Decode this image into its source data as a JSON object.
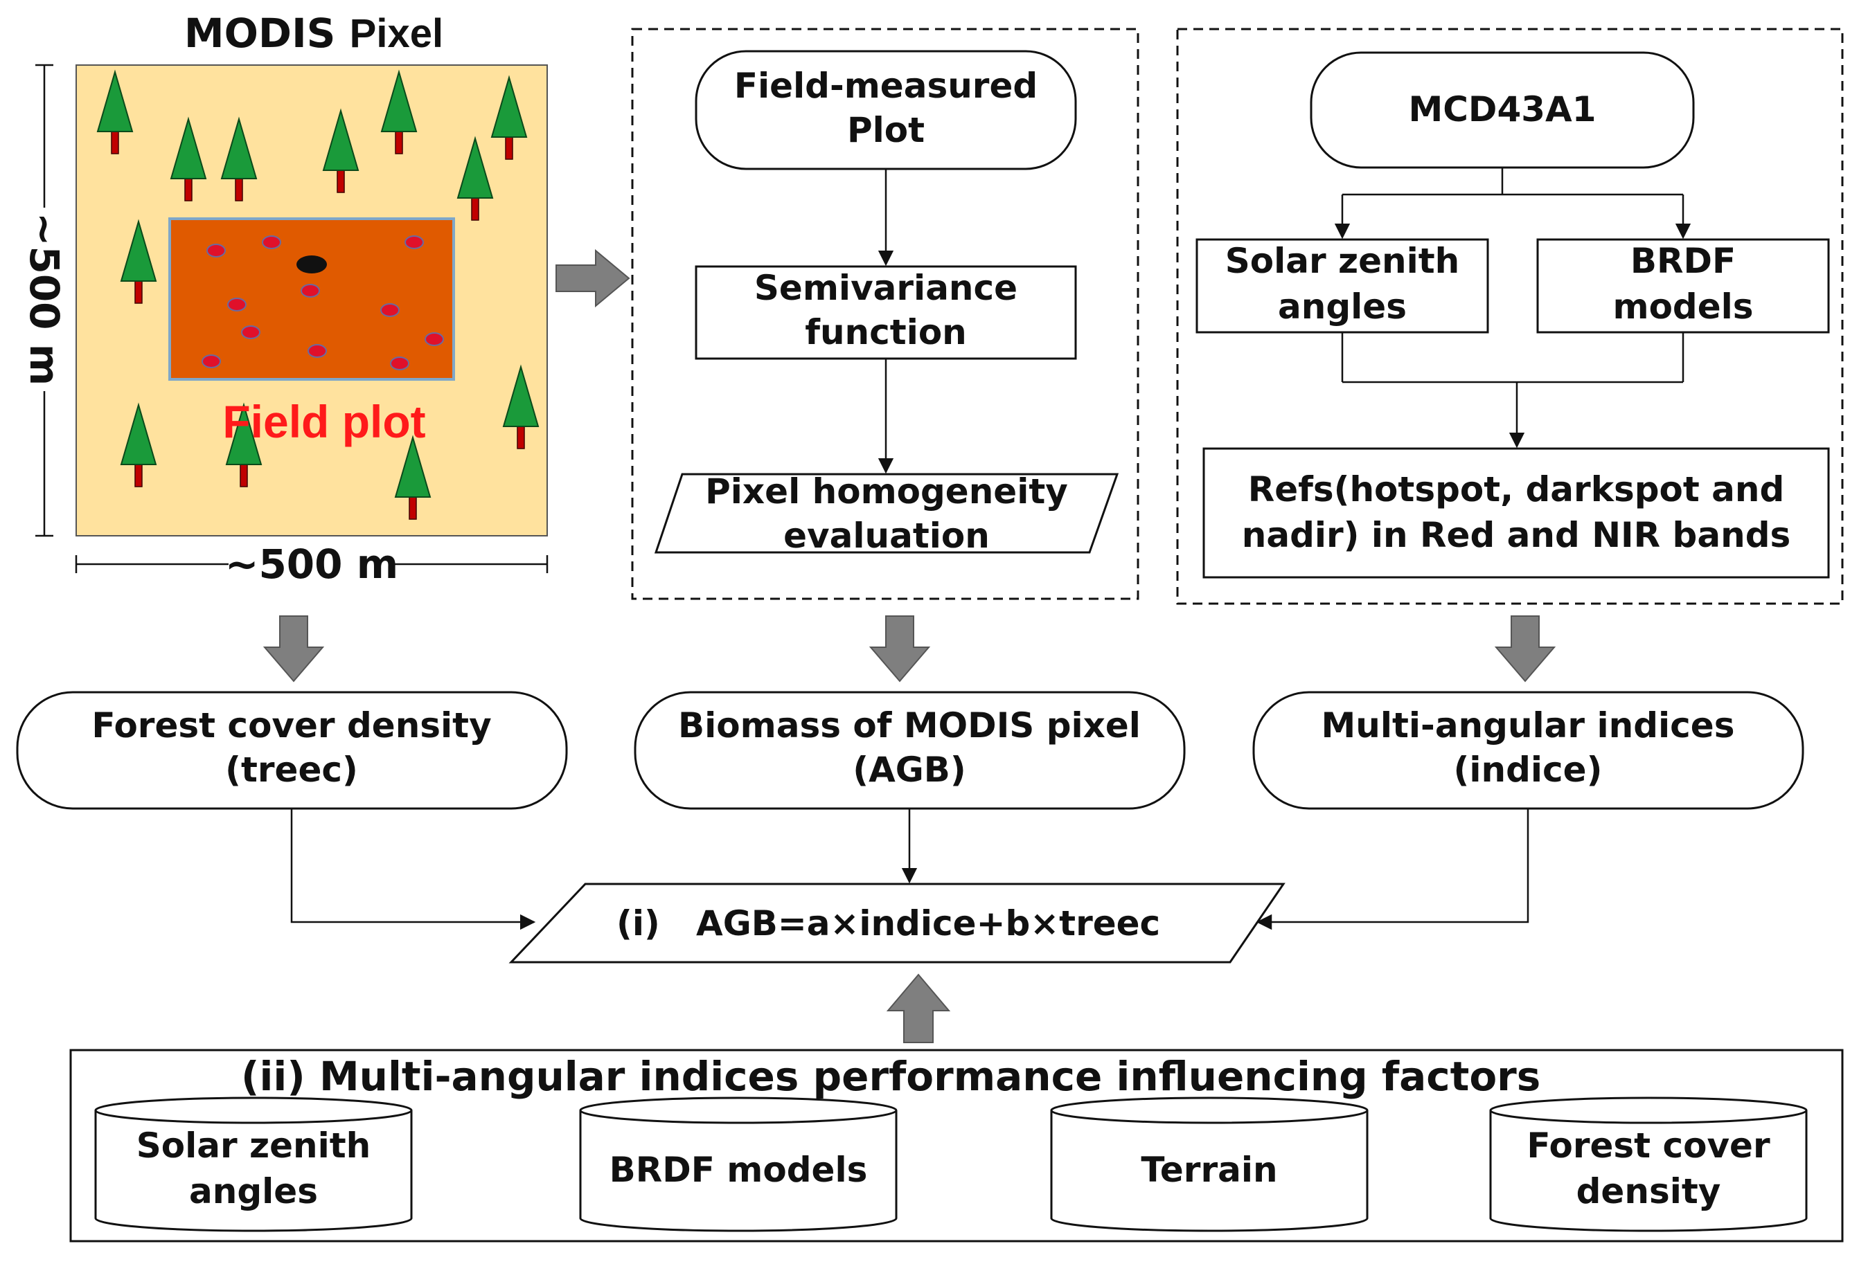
{
  "pixel_panel": {
    "title_a": "MODIS",
    "title_b": "Pixel",
    "width_label": "~500 m",
    "height_label": "~500 m",
    "field_plot_label": "Field plot",
    "colors": {
      "background": "#ffe29e",
      "plot": "#e05a00",
      "tree_crown": "#1a9a3a",
      "tree_trunk": "#c00000"
    }
  },
  "field_branch": {
    "measured_plot": [
      "Field-measured",
      "Plot"
    ],
    "semivariance": [
      "Semivariance",
      "function"
    ],
    "homogeneity": [
      "Pixel homogeneity",
      "evaluation"
    ]
  },
  "modis_branch": {
    "product": "MCD43A1",
    "solar_zenith": [
      "Solar zenith",
      "angles"
    ],
    "brdf_models": [
      "BRDF",
      "models"
    ],
    "refs": [
      "Refs(hotspot, darkspot and",
      "nadir) in Red and NIR bands"
    ]
  },
  "outputs": {
    "forest_cover": [
      "Forest cover density",
      "(treec)"
    ],
    "biomass": [
      "Biomass of MODIS pixel",
      "(AGB)"
    ],
    "indices": [
      "Multi-angular indices",
      "(indice)"
    ]
  },
  "model": {
    "num": "(i)",
    "equation": "AGB=a×indice+b×treec"
  },
  "factors": {
    "title": "(ii)  Multi-angular indices performance influencing factors",
    "items": [
      [
        "Solar zenith",
        "angles"
      ],
      [
        "BRDF models"
      ],
      [
        "Terrain"
      ],
      [
        "Forest cover",
        "density"
      ]
    ]
  }
}
